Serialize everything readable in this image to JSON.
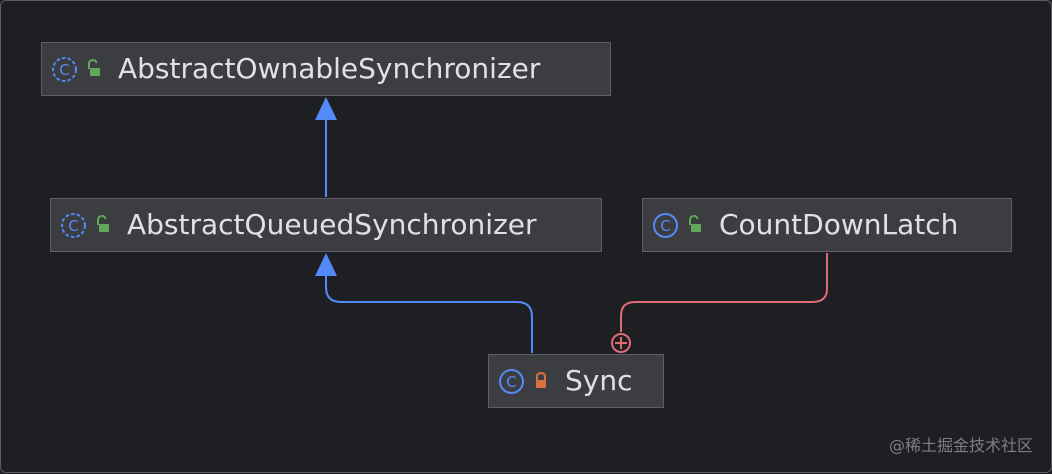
{
  "diagram": {
    "nodes": [
      {
        "id": "aos",
        "name": "AbstractOwnableSynchronizer",
        "kind_icon": "class-icon",
        "lock_icon": "unlocked-icon",
        "icon_dashed": true
      },
      {
        "id": "aqs",
        "name": "AbstractQueuedSynchronizer",
        "kind_icon": "class-icon",
        "lock_icon": "unlocked-icon",
        "icon_dashed": true
      },
      {
        "id": "cdl",
        "name": "CountDownLatch",
        "kind_icon": "class-icon",
        "lock_icon": "unlocked-icon",
        "icon_dashed": false
      },
      {
        "id": "sync",
        "name": "Sync",
        "kind_icon": "class-icon",
        "lock_icon": "locked-icon",
        "icon_dashed": false
      }
    ],
    "edges": [
      {
        "from": "aqs",
        "to": "aos",
        "type": "extends"
      },
      {
        "from": "sync",
        "to": "aqs",
        "type": "extends"
      },
      {
        "from": "cdl",
        "to": "sync",
        "type": "inner-class"
      }
    ],
    "colors": {
      "background": "#1e1f22",
      "node_fill": "#3b3d41",
      "node_border": "#5d6066",
      "text": "#dfe1e5",
      "extends_edge": "#548af7",
      "inner_edge": "#e06c75",
      "unlocked": "#5fa85a",
      "locked": "#d9703f"
    }
  },
  "watermark": "@稀土掘金技术社区"
}
